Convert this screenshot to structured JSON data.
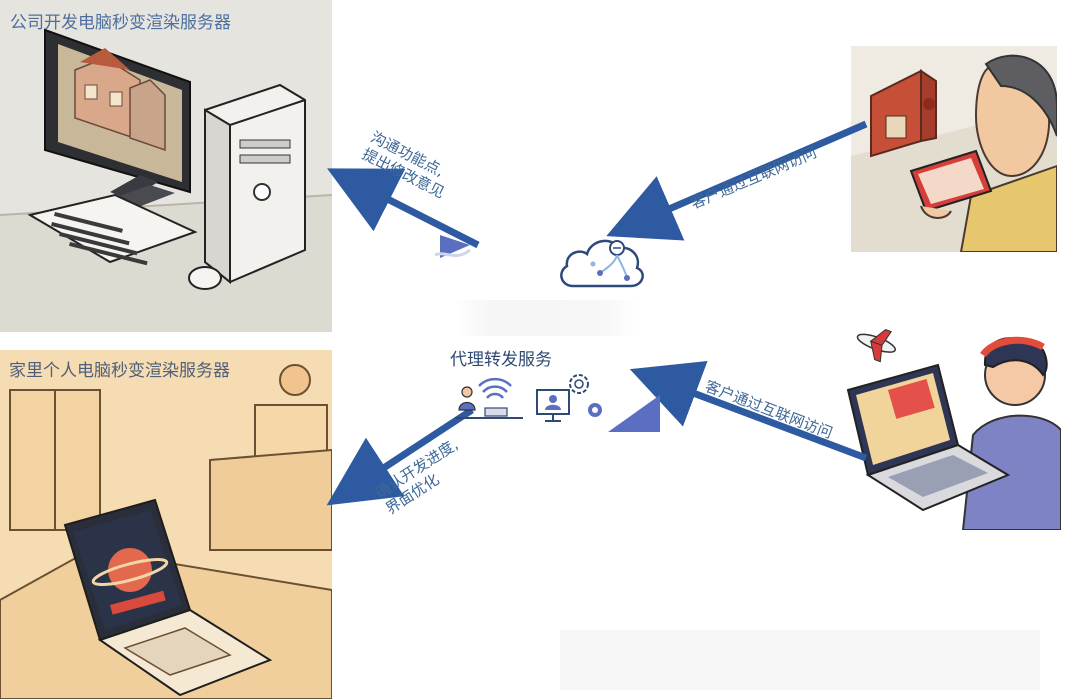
{
  "office_panel": {
    "title": "公司开发电脑秒变渲染服务器"
  },
  "home_panel": {
    "title": "家里个人电脑秒变渲染服务器"
  },
  "proxy": {
    "label": "代理转发服务"
  },
  "arrows": {
    "to_office": {
      "lines": [
        "沟通功能点,",
        "提出修改意见"
      ]
    },
    "to_home": {
      "lines": [
        "确认开发进度,",
        "界面优化"
      ]
    },
    "from_client_top": {
      "label": "客户通过互联网访问"
    },
    "from_client_bottom": {
      "label": "客户通过互联网访问"
    }
  },
  "colors": {
    "arrow": "#2d5aa0",
    "accent": "#5b6fc2",
    "label": "#3e6898"
  },
  "icons": [
    "desktop-computer-icon",
    "laptop-icon",
    "cloud-server-icon",
    "wifi-icon",
    "monitor-user-icon",
    "gear-icon",
    "airplane-icon",
    "building-icon"
  ]
}
